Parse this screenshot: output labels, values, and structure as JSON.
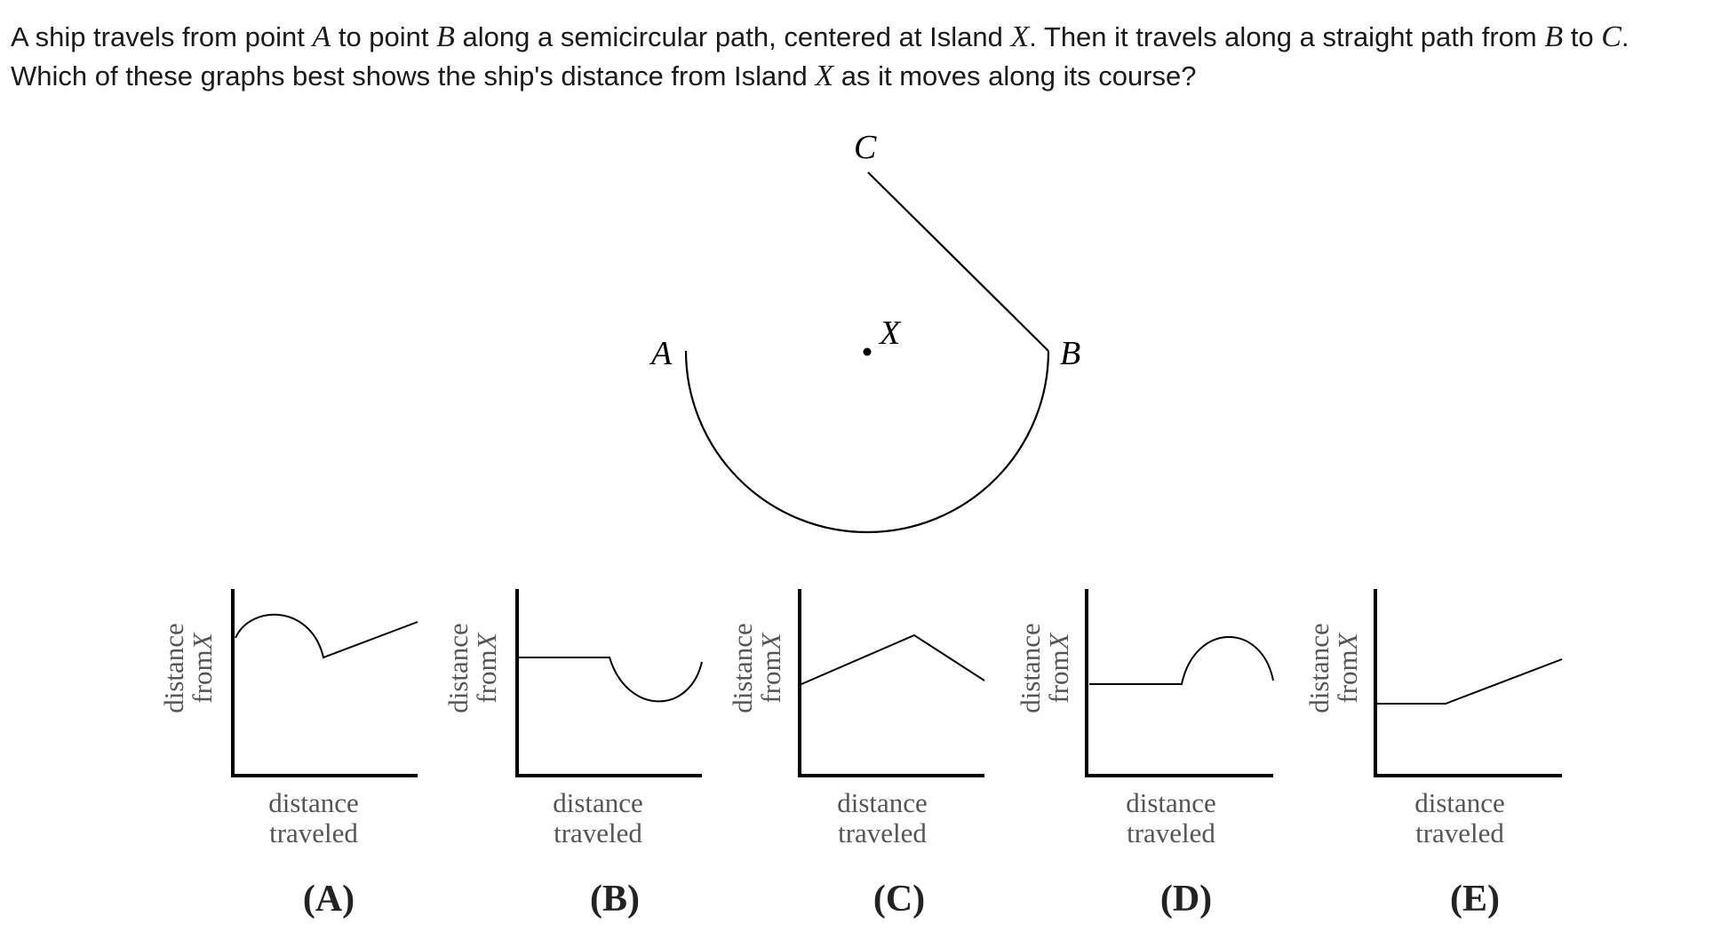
{
  "question": {
    "p1": "A ship travels from point ",
    "v_a": "A",
    "p2": " to point ",
    "v_b": "B",
    "p3": " along a semicircular path, centered at Island ",
    "v_x": "X",
    "p4": ". Then it travels along a straight path from ",
    "v_b2": "B",
    "p5": " to ",
    "v_c": "C",
    "p6": ". Which of these graphs best shows the ship's distance from Island ",
    "v_x2": "X",
    "p7": " as it moves along its course?"
  },
  "diagram": {
    "label_a": "A",
    "label_b": "B",
    "label_c": "C",
    "label_x": "X"
  },
  "graphs": {
    "y_label_line1": "distance",
    "y_label_line2": "from",
    "y_label_var": "X",
    "x_label_line1": "distance",
    "x_label_line2": "traveled",
    "choices": [
      "(A)",
      "(B)",
      "(C)",
      "(D)",
      "(E)"
    ]
  }
}
